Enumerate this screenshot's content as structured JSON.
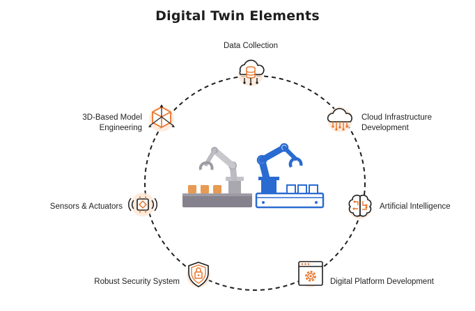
{
  "title": "Digital Twin Elements",
  "elements": [
    {
      "label": "Data Collection",
      "icon": "cloud-database-icon"
    },
    {
      "label_line1": "Cloud Infrastructure",
      "label_line2": "Development",
      "icon": "cloud-circuit-icon"
    },
    {
      "label": "Artificial Intelligence",
      "icon": "brain-circuit-icon"
    },
    {
      "label": "Digital Platform Development",
      "icon": "browser-gear-icon"
    },
    {
      "label": "Robust Security System",
      "icon": "shield-lock-icon"
    },
    {
      "label": "Sensors & Actuators",
      "icon": "sensor-signal-icon"
    },
    {
      "label_line1": "3D-Based Model",
      "label_line2": "Engineering",
      "icon": "cube-3d-icon"
    }
  ],
  "colors": {
    "accent": "#e8742a",
    "accent_soft": "#fde6d6",
    "blue_robot": "#2a6bd1",
    "grey_robot": "#b9b9bd",
    "dark_text": "#1e1e1e"
  },
  "center_icon": "robot-arms-illustration"
}
